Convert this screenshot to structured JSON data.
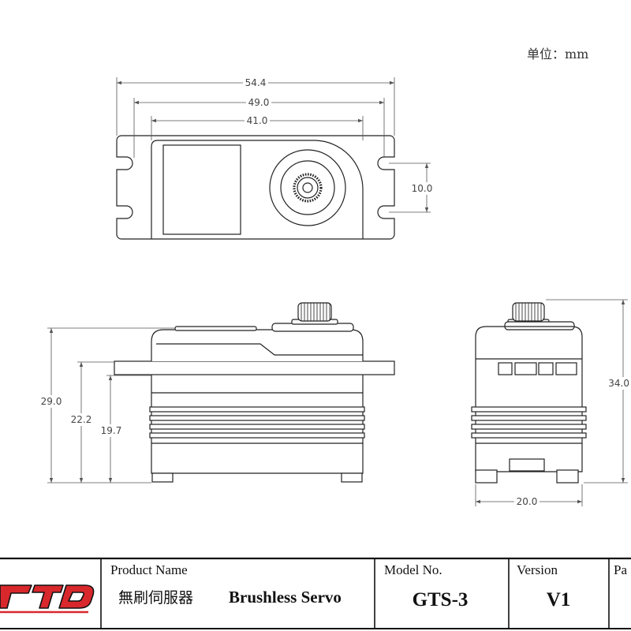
{
  "unit_label": "单位：mm",
  "dimensions": {
    "top_overall_width": "54.4",
    "top_mount_spacing": "49.0",
    "top_body_width": "41.0",
    "top_slot_spacing": "10.0",
    "side_total_height": "29.0",
    "side_flange_height": "22.2",
    "side_body_height": "19.7",
    "front_total_height": "34.0",
    "front_width": "20.0"
  },
  "title_block": {
    "product_name_label": "Product Name",
    "product_name_cn": "無刷伺服器",
    "product_name_en": "Brushless Servo",
    "model_label": "Model No.",
    "model_value": "GTS-3",
    "version_label": "Version",
    "version_value": "V1",
    "next_label": "Pa"
  },
  "colors": {
    "logo_red": "#d8282c",
    "line": "#222222"
  }
}
